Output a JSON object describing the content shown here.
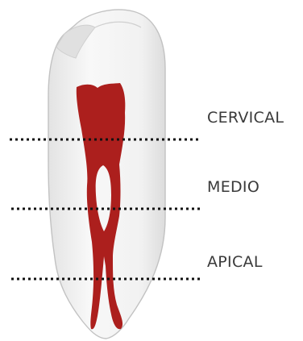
{
  "diagram": {
    "labels": {
      "cervical": "CERVICAL",
      "medio": "MEDIO",
      "apical": "APICAL"
    },
    "colors": {
      "pulp": "#ac1f1d",
      "tooth_outline": "#c2c2c2",
      "tooth_fill": "#f3f3f3",
      "dotted_line": "#111111",
      "label_text": "#3a3a3a"
    }
  }
}
